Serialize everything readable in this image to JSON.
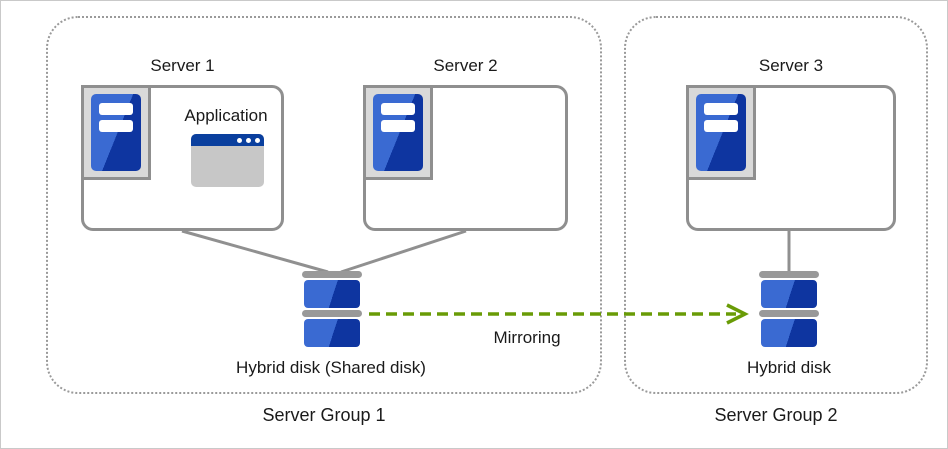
{
  "groups": [
    {
      "label": "Server Group 1"
    },
    {
      "label": "Server Group 2"
    }
  ],
  "servers": [
    {
      "label": "Server 1"
    },
    {
      "label": "Server 2"
    },
    {
      "label": "Server 3"
    }
  ],
  "application": {
    "label": "Application"
  },
  "disks": [
    {
      "label": "Hybrid disk (Shared disk)"
    },
    {
      "label": "Hybrid disk"
    }
  ],
  "mirroring": {
    "label": "Mirroring"
  },
  "icons": {
    "server": "server-tower-icon (blue tower, two white drive bays, gray frame)",
    "application": "application-window-icon (blue titlebar, three dots, gray body)",
    "disk": "hybrid-disk-icon (two stacked blue platters with gray caps)",
    "arrow": "green-dashed-mirroring-arrow"
  },
  "colors": {
    "blue_light": "#3a6ad2",
    "blue_dark": "#0e35a0",
    "titlebar_blue": "#0a3f9e",
    "frame_fill": "#d9d9d9",
    "frame_border": "#8f8f8f",
    "connector_gray": "#909090",
    "disk_cap_gray": "#999999",
    "dotted_border_gray": "#9a9a9a",
    "mirroring_green": "#699b06",
    "window_body_gray": "#c7c7c7"
  }
}
